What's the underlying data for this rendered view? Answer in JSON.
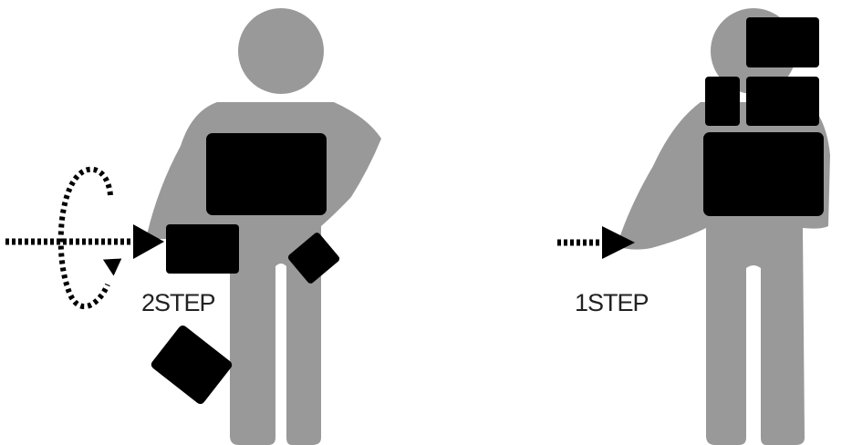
{
  "colors": {
    "figure": "#999999",
    "box": "#000000",
    "background": "#ffffff",
    "label": "#222222"
  },
  "panels": {
    "left": {
      "label": "2STEP",
      "box_count": 4
    },
    "right": {
      "label": "1STEP",
      "box_count": 4
    }
  }
}
